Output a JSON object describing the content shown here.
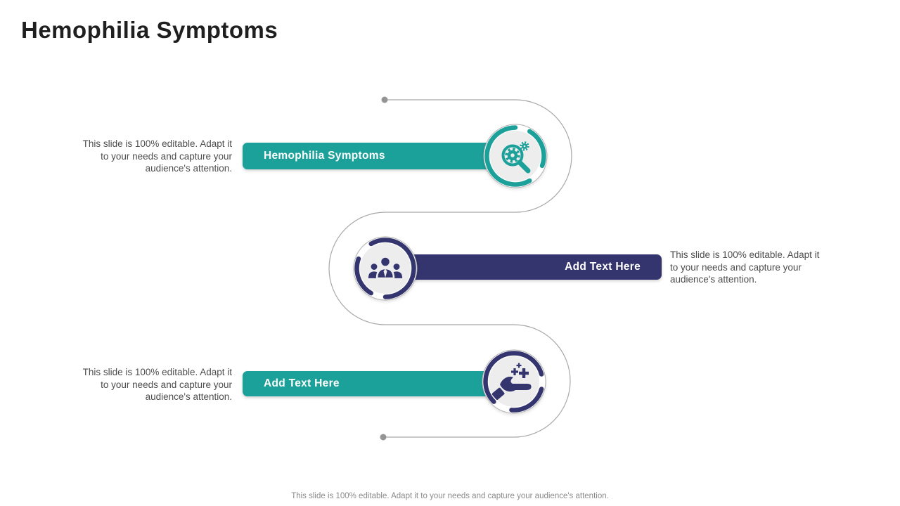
{
  "title": "Hemophilia Symptoms",
  "footer": "This slide is 100% editable. Adapt it to your needs and capture your audience's attention.",
  "colors": {
    "teal": "#1ca09a",
    "navy": "#34346e",
    "connector_gray": "#a8a8a8",
    "body_text": "#4d4d4d",
    "title_text": "#1f1f1f"
  },
  "rows": [
    {
      "label": "Hemophilia Symptoms",
      "note": "This slide is 100% editable. Adapt it\nto your needs and capture your\naudience's attention.",
      "icon": "search-gears-icon",
      "bar_color": "#1ca09a",
      "note_side": "left"
    },
    {
      "label": "Add Text Here",
      "note": "This slide is 100% editable. Adapt it\nto your needs and capture your\naudience's attention.",
      "icon": "team-icon",
      "bar_color": "#34346e",
      "note_side": "right"
    },
    {
      "label": "Add Text Here",
      "note": "This slide is 100% editable. Adapt it\nto your needs and capture your\naudience's attention.",
      "icon": "care-hand-icon",
      "bar_color": "#1ca09a",
      "note_side": "left"
    }
  ]
}
